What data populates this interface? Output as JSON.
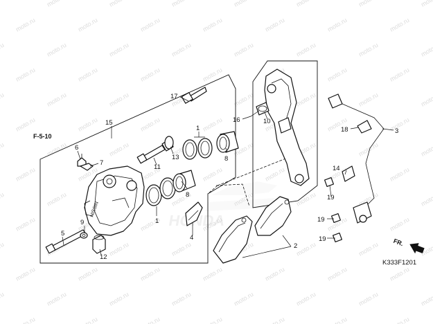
{
  "diagram": {
    "reference": "F-5-10",
    "drawing_code": "K333F1201",
    "direction_label": "FR.",
    "watermark": "moto.ru",
    "brand_mark": "HONDA",
    "callouts": [
      "1",
      "1",
      "2",
      "3",
      "4",
      "5",
      "6",
      "7",
      "8",
      "8",
      "9",
      "10",
      "11",
      "12",
      "13",
      "14",
      "15",
      "16",
      "17",
      "18",
      "19",
      "19",
      "19"
    ]
  },
  "colors": {
    "line": "#111111",
    "watermark": "#dcdcdc",
    "background": "#ffffff"
  }
}
